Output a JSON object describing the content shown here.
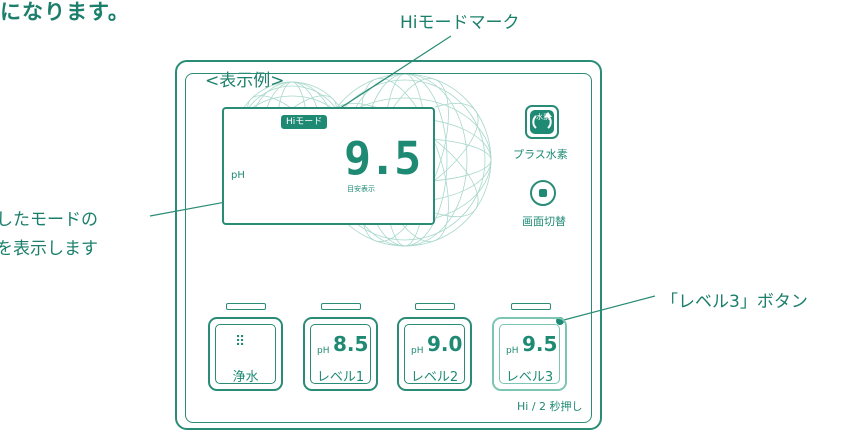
{
  "headline": "になります。",
  "example_label": "<表示例>",
  "callouts": {
    "hi_mode_mark": "Hiモードマーク",
    "mode_value_line1": "したモードの",
    "mode_value_line2": "を表示します",
    "level3_button": "「レベル3」ボタン"
  },
  "lcd": {
    "hi_badge": "Hiモード",
    "ph_label": "pH",
    "value": "9.5",
    "sub_label": "目安表示"
  },
  "side_buttons": {
    "plus_suiso_icon_text": "水素",
    "plus_suiso_label": "プラス水素",
    "screen_switch_label": "画面切替"
  },
  "mode_buttons": [
    {
      "ph": "",
      "value": "",
      "label": "浄水"
    },
    {
      "ph": "pH",
      "value": "8.5",
      "label": "レベル1"
    },
    {
      "ph": "pH",
      "value": "9.0",
      "label": "レベル2"
    },
    {
      "ph": "pH",
      "value": "9.5",
      "label": "レベル3"
    }
  ],
  "level3_note": "Hi / 2 秒押し",
  "colors": {
    "accent": "#1f8a74",
    "light_accent": "#7cc5b2",
    "pattern": "#a8d8cb"
  }
}
